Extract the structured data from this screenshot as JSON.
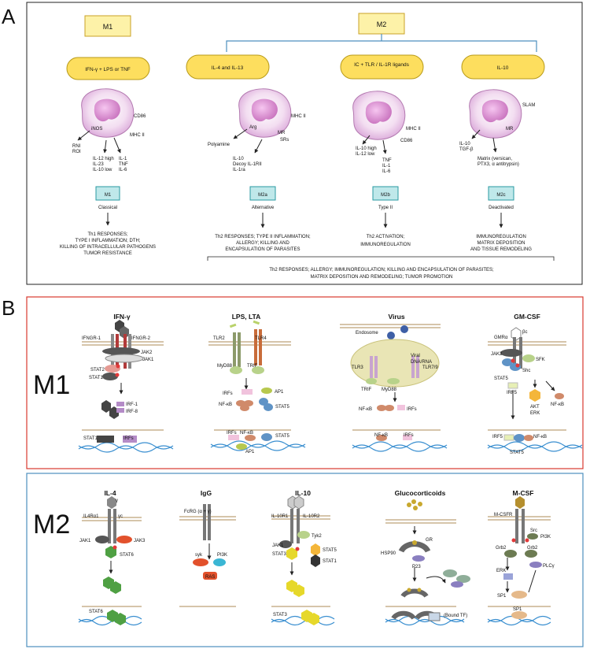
{
  "panel_a": {
    "letter": "A",
    "m1_header": "M1",
    "m2_header": "M2",
    "stimuli": [
      "IFN-γ + LPS or TNF",
      "IL-4 and IL-13",
      "IC + TLR / IL-1R ligands",
      "IL-10"
    ],
    "cell1": {
      "markers": [
        "CD86",
        "MHC II",
        "iNOS"
      ],
      "left": [
        "RNI",
        "ROI"
      ],
      "mid": [
        "IL-12 high",
        "IL-23",
        "IL-10 low"
      ],
      "right": [
        "IL-1",
        "TNF",
        "IL-6"
      ]
    },
    "cell2": {
      "markers": [
        "MHC II",
        "Arg",
        "MR",
        "SRs"
      ],
      "left": [
        "Polyamine"
      ],
      "mid": [
        "IL-10",
        "Decoy IL-1RII",
        "IL-1ra"
      ]
    },
    "cell3": {
      "markers": [
        "MHC II",
        "CD86"
      ],
      "left": [
        "IL-10 high",
        "IL-12 low"
      ],
      "mid": [
        "TNF",
        "IL-1",
        "IL-6"
      ]
    },
    "cell4": {
      "markers": [
        "SLAM",
        "MR"
      ],
      "left": [
        "IL-10",
        "TGF-β"
      ],
      "mid": [
        "Matrix (versican,",
        "PTX3, α antitrypsin)"
      ]
    },
    "subtypes": [
      {
        "box": "M1",
        "type": "Classical",
        "outcome": [
          "Th1 RESPONSES;",
          "TYPE I INFLAMMATION; DTH;",
          "KILLING OF INTRACELLULAR PATHOGENS",
          "TUMOR RESISTANCE"
        ]
      },
      {
        "box": "M2a",
        "type": "Alternative",
        "outcome": [
          "Th2 RESPONSES; TYPE II INFLAMMATION;",
          "ALLERGY;  KILLING AND",
          "ENCAPSULATION OF PARASITES"
        ]
      },
      {
        "box": "M2b",
        "type": "Type II",
        "outcome": [
          "Th2 ACTIVATION;",
          "IMMUNOREGULATION"
        ]
      },
      {
        "box": "M2c",
        "type": "Deactivated",
        "outcome": [
          "IMMUNOREGULATION",
          "MATRIX DEPOSITION",
          "AND TISSUE REMODELING"
        ]
      }
    ],
    "summary": [
      "Th2 RESPONSES; ALLERGY; IMMUNOREGULATION; KILLING AND ENCAPSULATION OF PARASITES;",
      "MATRIX DEPOSITION AND REMODELING; TUMOR PROMOTION"
    ]
  },
  "panel_b": {
    "letter": "B",
    "m1_label": "M1",
    "m2_label": "M2",
    "m1_titles": [
      "IFN-γ",
      "LPS, LTA",
      "Virus",
      "GM-CSF"
    ],
    "m2_titles": [
      "IL-4",
      "IgG",
      "IL-10",
      "Glucocorticoids",
      "M-CSF"
    ],
    "ifng": {
      "rec1": "IFNGR-1",
      "rec2": "IFNGR-2",
      "jak2": "JAK2",
      "jak1": "JAK1",
      "stat2": "STAT2",
      "stat1": "STAT1",
      "irf1": "IRF-1",
      "irf8": "IRF-8",
      "nuc_stat1": "STAT1",
      "nuc_irfs": "IRFs"
    },
    "lps": {
      "tlr2": "TLR2",
      "tlr4": "TLR4",
      "myd88": "MyD88",
      "trif": "TRIF",
      "irfs": "IRFs",
      "ap1": "AP1",
      "nfkb": "NF-κB",
      "stat5": "STAT5",
      "n_irfs": "IRFs",
      "n_nfkb": "NF-κB",
      "n_stat5": "STAT5",
      "n_ap1": "AP1"
    },
    "virus": {
      "endosome": "Endosome",
      "viral": "Viral",
      "dna": "DNA/RNA",
      "tlr3": "TLR3",
      "tlr79": "TLR7/9",
      "trif": "TRIF",
      "myd88": "MyD88",
      "nfkb": "NF-κB",
      "irfs": "IRFs",
      "n_nfkb": "NF-κB",
      "n_irfs": "IRFs"
    },
    "gmcsf": {
      "gmr": "GMRα",
      "bc": "βc",
      "jak2": "JAK2",
      "sfk": "SFK",
      "shc": "Shc",
      "stat5": "STAT5",
      "irf5": "IRF5",
      "akt": "AKT",
      "erk": "ERK",
      "nfkb": "NF-κB",
      "n_irf5": "IRF5",
      "n_nfkb": "NF-κB",
      "n_stat5": "STAT5"
    },
    "il4": {
      "gamma": "γ",
      "rec": "IL4Rα1",
      "yc": "γc",
      "jak1": "JAK1",
      "jak3": "JAK3",
      "stat6": "STAT6",
      "n_stat6": "STAT6"
    },
    "igg": {
      "rec": "FcRG (α + γ)",
      "syk": "syk",
      "pi3k": "PI3K",
      "ras": "RAS"
    },
    "il10": {
      "r1": "IL-10R1",
      "r2": "IL-10R2",
      "jak1": "JAK1",
      "tyk2": "Tyk2",
      "stat3": "STAT3",
      "stat5": "STAT5",
      "stat1": "STAT1",
      "n_stat3": "STAT3"
    },
    "gluco": {
      "gr": "GR",
      "hsp90": "HSP90",
      "p23": "P23",
      "bound": "(Bound TF)"
    },
    "mcsf": {
      "rec": "M-CSFR",
      "src": "Src",
      "grb2a": "Grb2",
      "grb2b": "Grb2",
      "pi3k": "PI3K",
      "plcg": "PLCγ",
      "erk": "ERK",
      "sp1": "SP1",
      "n_sp1": "SP1"
    }
  },
  "colors": {
    "m1_border": "#d83a2f",
    "m2_border": "#4e8fbf",
    "yellow_fill": "#fdf2a8",
    "cyan_fill": "#bfe8ea",
    "cell_pink": "#d9a5d8"
  }
}
